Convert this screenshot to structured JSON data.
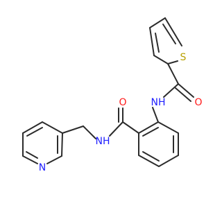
{
  "molecule": {
    "atoms": [
      {
        "name": "sulfur-atom",
        "label": "S",
        "color": "#b8a000"
      },
      {
        "name": "amide-nh-atom-upper",
        "label": "NH",
        "color": "#2020ff"
      },
      {
        "name": "carbonyl-oxygen-upper",
        "label": "O",
        "color": "#ff1a1a"
      },
      {
        "name": "carbonyl-oxygen-left",
        "label": "O",
        "color": "#ff1a1a"
      },
      {
        "name": "amide-nh-atom-lower",
        "label": "NH",
        "color": "#2020ff"
      },
      {
        "name": "pyridine-nitrogen",
        "label": "N",
        "color": "#2020ff"
      }
    ],
    "bond_color": "#2b2b2b"
  }
}
